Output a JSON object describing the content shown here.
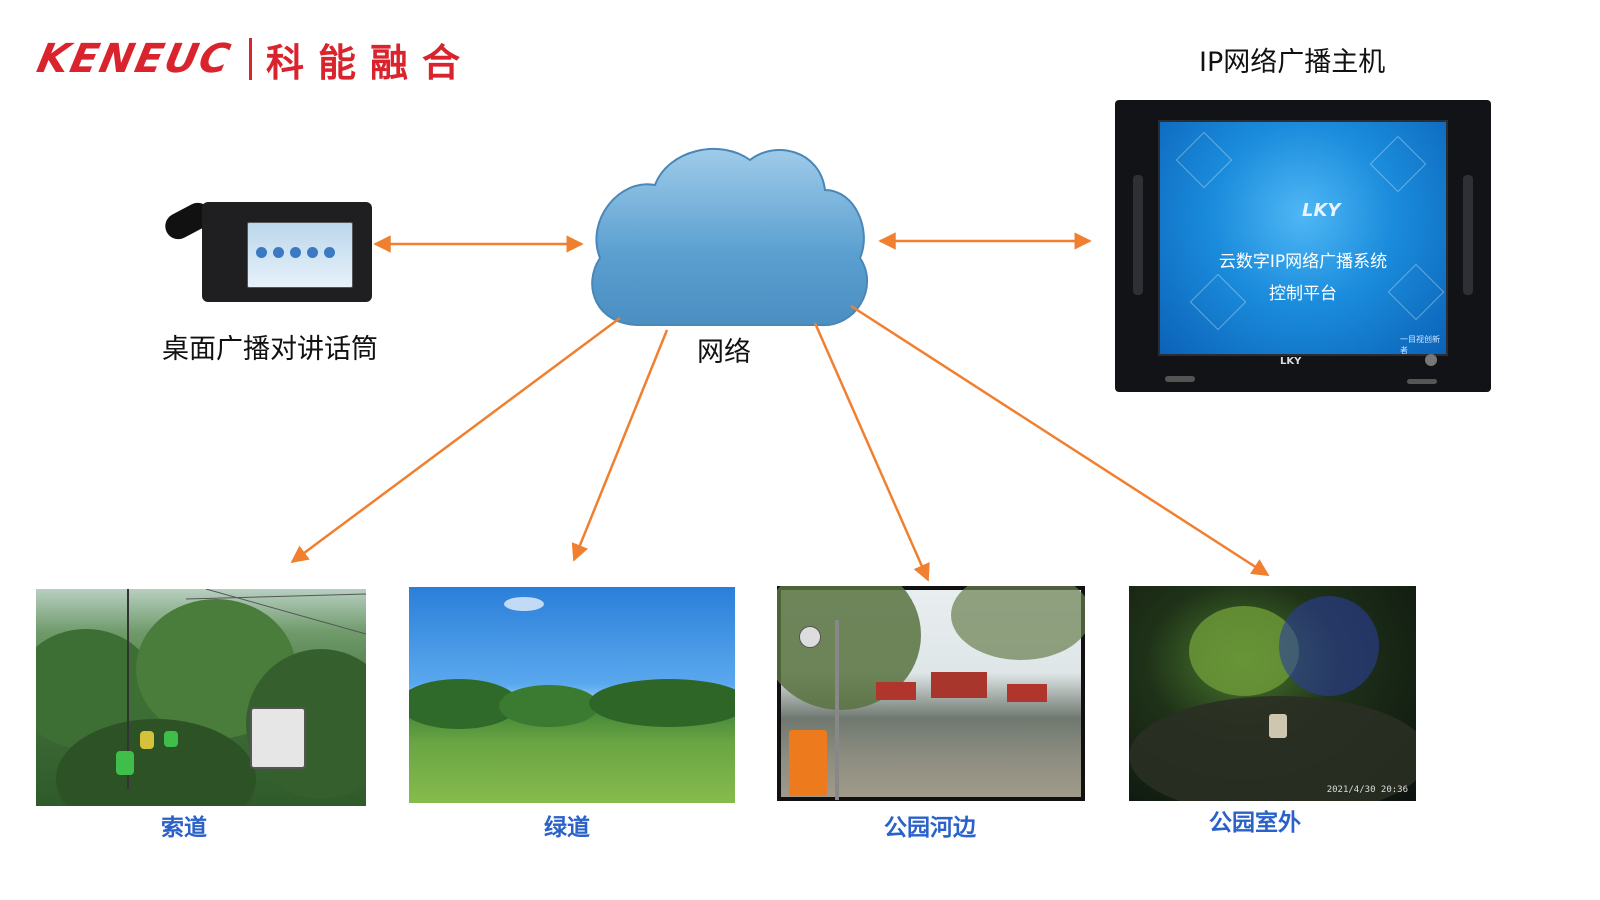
{
  "logo": {
    "brand_en": "KENEUC",
    "brand_cn": "科能融合"
  },
  "nodes": {
    "host": {
      "label": "IP网络广播主机",
      "screen_logo": "LKY",
      "screen_title": "云数字IP网络广播系统",
      "screen_subtitle": "控制平台",
      "screen_tagline": "一目视创新者",
      "bezel_logo": "LKY"
    },
    "desk_mic": {
      "label": "桌面广播对讲话筒"
    },
    "network": {
      "label": "网络"
    }
  },
  "sites": [
    {
      "label": "索道"
    },
    {
      "label": "绿道"
    },
    {
      "label": "公园河边"
    },
    {
      "label": "公园室外"
    }
  ],
  "photo_timestamp": "2021/4/30 20:36",
  "colors": {
    "arrow": "#f08030",
    "cloud": "#5a9fd0",
    "brand": "#d9242e",
    "site_label": "#2a62c9"
  }
}
